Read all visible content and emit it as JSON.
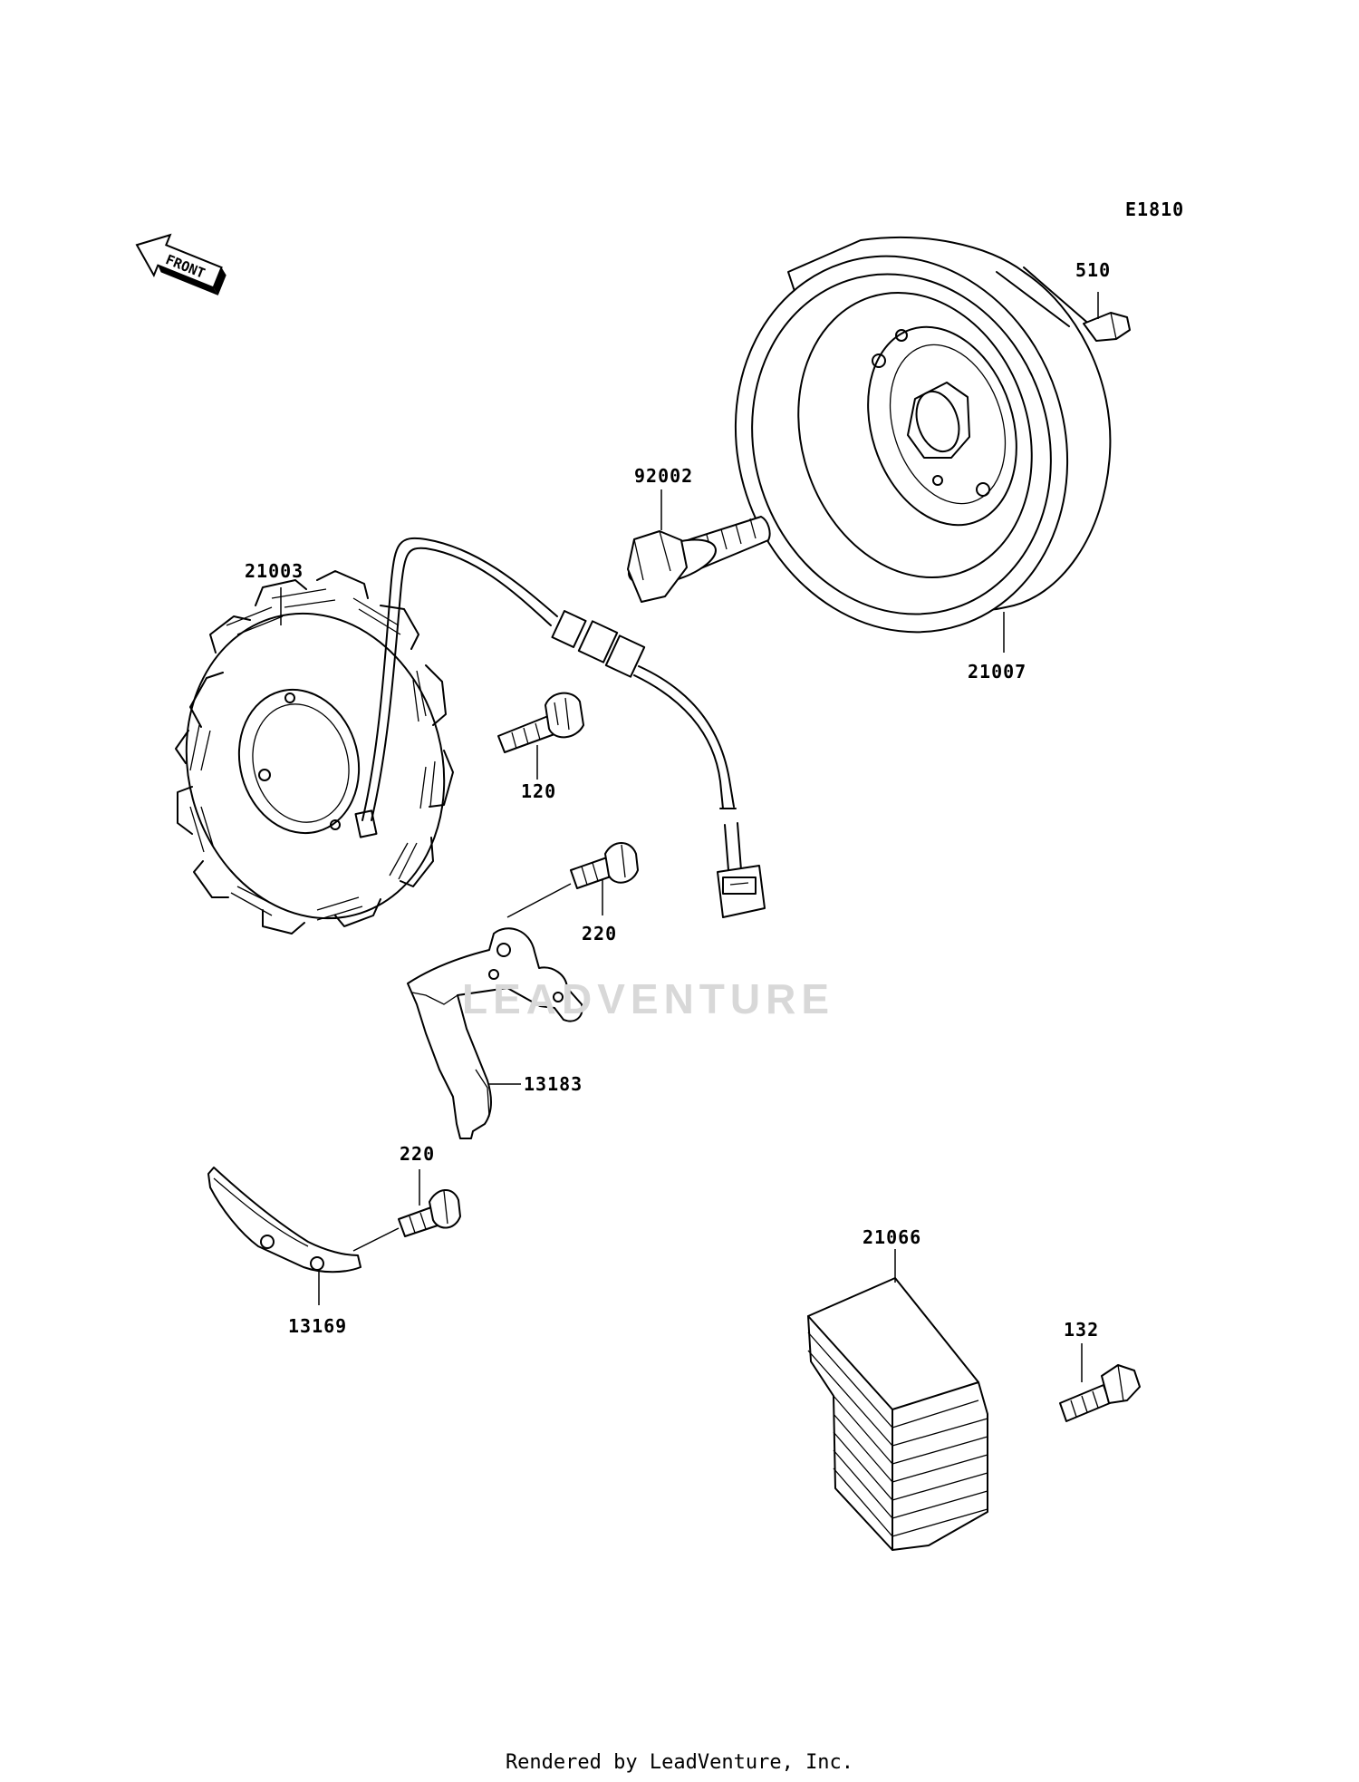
{
  "diagram": {
    "code": "E1810",
    "front_label": "FRONT",
    "parts": [
      {
        "id": "510",
        "name": "key"
      },
      {
        "id": "92002",
        "name": "bolt"
      },
      {
        "id": "21007",
        "name": "flywheel rotor"
      },
      {
        "id": "21003",
        "name": "stator coil"
      },
      {
        "id": "120",
        "name": "bolt"
      },
      {
        "id": "220",
        "name": "screw"
      },
      {
        "id": "13183",
        "name": "bracket"
      },
      {
        "id": "220",
        "name": "screw"
      },
      {
        "id": "13169",
        "name": "plate"
      },
      {
        "id": "21066",
        "name": "regulator"
      },
      {
        "id": "132",
        "name": "bolt"
      }
    ]
  },
  "watermark": "LEADVENTURE",
  "footer": "Rendered by LeadVenture, Inc."
}
